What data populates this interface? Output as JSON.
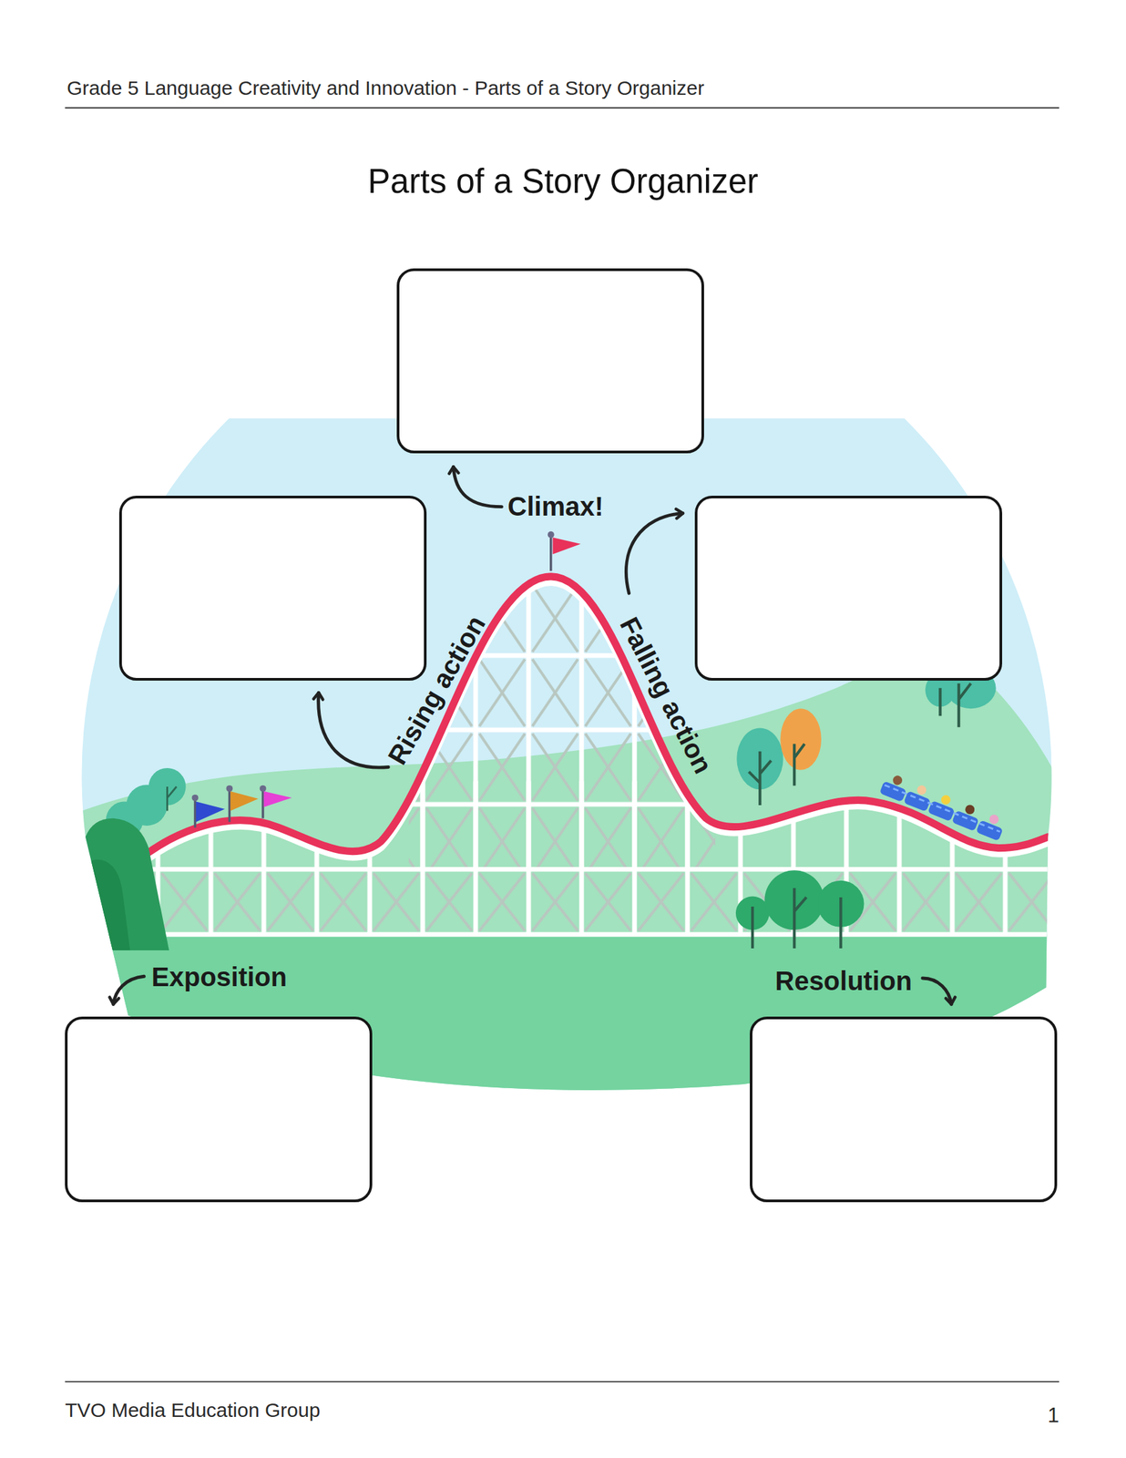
{
  "diagram": {
    "title": "Parts of a Story Organizer",
    "nodes": [
      {
        "text": [
          "Climax!"
        ]
      },
      {
        "text": [
          "Rising action"
        ]
      },
      {
        "text": [
          "Falling action"
        ]
      },
      {
        "text": [
          "Exposition"
        ]
      },
      {
        "text": [
          "Resolution"
        ]
      }
    ],
    "labels": [
      "Grade 5 Language Creativity and Innovation - Parts of a Story Organizer",
      "TVO Media Education Group",
      "1"
    ]
  }
}
